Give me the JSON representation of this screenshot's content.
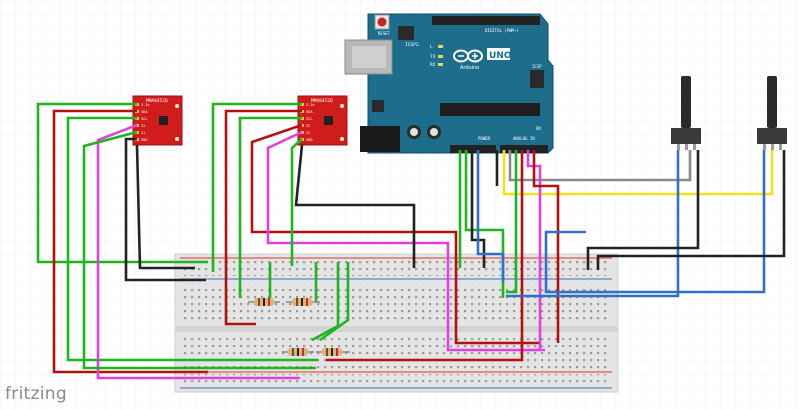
{
  "watermark": "fritzing",
  "arduino": {
    "reset_label": "RESET",
    "icsp2_label": "ICSP2",
    "icsp_label": "ICSP",
    "digital_label": "DIGITAL (PWM~)",
    "tx_label": "TX",
    "rx_label": "RX",
    "l_label": "L",
    "brand_label": "Arduino",
    "model_label": "UNO",
    "power_label": "POWER",
    "analog_label": "ANALOG IN",
    "on_label": "ON"
  },
  "sensors": [
    {
      "title": "MMA8452Q",
      "pins": [
        "3.3v",
        "SDA",
        "SCL",
        "I2",
        "I1",
        "GND"
      ]
    },
    {
      "title": "MMA8452Q",
      "pins": [
        "3.3v",
        "SDA",
        "SCL",
        "I2",
        "I1",
        "GND"
      ]
    }
  ],
  "colors": {
    "wire_green": "#1fb51f",
    "wire_red": "#b51010",
    "wire_black": "#222222",
    "wire_magenta": "#e040e0",
    "wire_blue": "#3070c8",
    "wire_gray": "#8a8a8a",
    "wire_yellow": "#f2e21a",
    "board_teal": "#1c6e8c",
    "sensor_red": "#d11c1c",
    "breadboard": "#e3e3e3"
  }
}
